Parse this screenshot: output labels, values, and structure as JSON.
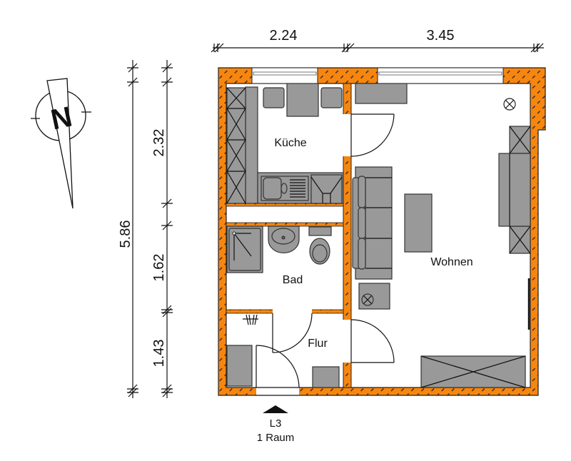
{
  "dimensions": {
    "top": [
      "2.24",
      "3.45"
    ],
    "left_total": "5.86",
    "left_parts": [
      "2.32",
      "1.62",
      "1.43"
    ]
  },
  "rooms": {
    "kitchen": "Küche",
    "bath": "Bad",
    "hall": "Flur",
    "living": "Wohnen"
  },
  "compass": {
    "letter": "N",
    "icon": "north-arrow-icon"
  },
  "unit": {
    "code": "L3",
    "type": "1 Raum"
  },
  "colors": {
    "wall": "#f7860f",
    "furniture": "#999999"
  }
}
